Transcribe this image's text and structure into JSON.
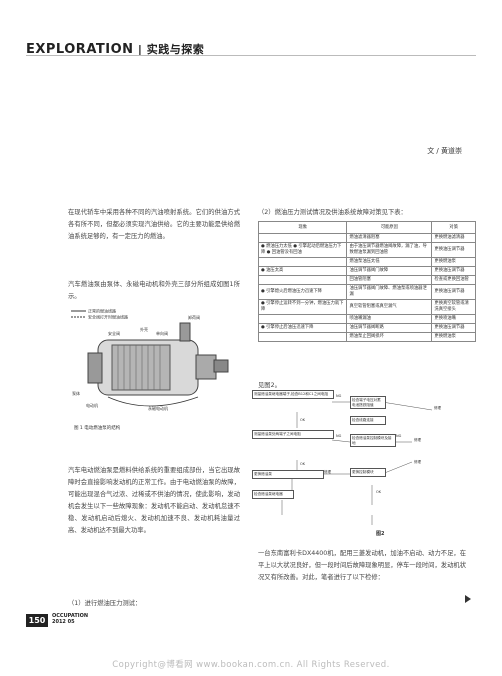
{
  "header": {
    "logo": "EXPLORATION",
    "section": "实践与探索"
  },
  "author": "文 / 黄道崇",
  "left": {
    "p1": "在现代轿车中采用各种不同的汽油喷射系统。它们的供油方式各有所不同，但都必须实现汽油供给。它的主要功能是供给燃油系统足够的，有一定压力的燃油。",
    "p2": "汽车燃油泵由泵体、永磁电动机和外壳三部分所组成如图1所示。",
    "fig_labels": [
      "卸荷阀",
      "安全阀",
      "单向阀",
      "外壳",
      "泵体",
      "电动机",
      "永磁电动机"
    ],
    "legend": [
      "正常的燃油线路",
      "安全阀打开时燃油线路"
    ],
    "fig_caption": "图 1    电动燃油泵的结构",
    "p3": "汽车电动燃油泵是燃料供给系统的重要组成部份，当它出现故障时会直接影响发动机的正常工作。由于电动燃油泵的故障，可能出现混合气过浓、过稀或不供油的情况，使此影响，发动机会发生以下一些故障现象：发动机不能启动、发动机怠速不稳、发动机启动后熄火、发动机加速不良、发动机耗油量过高、发动机达不到最大功率。",
    "p4": "（1）进行燃油压力测试："
  },
  "right": {
    "intro": "（2）燃油压力测试情况及供油系统故障对策见下表：",
    "table": {
      "headers": [
        "现象",
        "可能原因",
        "对策"
      ],
      "rows": [
        [
          "",
          "燃油滤清器阻塞",
          "更换燃油滤清器"
        ],
        [
          "● 燃油压力太低\n● 引擎起动后燃油压力下降\n● 回油管没有回油",
          "由于油压调节器燃油阀故障，漏了油，导致燃油泵漏到回油管",
          "更换油压调节器"
        ],
        [
          "",
          "燃油泵油压太低",
          "更换燃油泵"
        ],
        [
          "● 油压太高",
          "油压调节器阀门故障",
          "更换油压调节器"
        ],
        [
          "",
          "回油管阻塞",
          "检查或更换回油管"
        ],
        [
          "● 引擎熄火后燃油压力迅速下降",
          "油压调节器阀门故障、燃油泵或喷油器泄漏",
          "更换油压调节器"
        ],
        [
          "● 引擎停止运转不到一分钟，燃油压力就下降",
          "真空软管阻塞或真空漏气",
          "更换真空软管或清洗真空接头"
        ],
        [
          "",
          "喷油嘴漏油",
          "更换喷油嘴"
        ],
        [
          "● 引擎停止后油压迅速下降",
          "油压调节器阀断路",
          "更换油压调节器"
        ],
        [
          "",
          "燃油泵止回阀损坏",
          "更换燃油泵"
        ]
      ]
    },
    "flow_title": "见图2。",
    "flow_boxes": [
      "测量燃油泵继电器端子,检查B12和C1之间电阻",
      "检查端子电压对蓄电池搭铁阻值",
      "测量燃油泵处两端子之间电阻",
      "修理",
      "检查线路连接",
      "检查燃油泵控制模块及接地",
      "更换燃油泵",
      "更换控制模块",
      "检查燃油泵继电器"
    ],
    "flow_labels": [
      "NG",
      "OK",
      "NG",
      "OK",
      "NG",
      "OK",
      "修理",
      "修理",
      "修理"
    ],
    "fig2_caption": "图2",
    "p5": "一台东南富利卡DX4400机，配用三菱发动机，加油不启动、动力不足，在平上以大状况良好，但一段时间后故障现象明显，停车一段时间，发动机状况又有所改善。对此，笔者进行了以下检修："
  },
  "footer": {
    "page": "150",
    "mag": "OCCUPATION",
    "date": "2012  05"
  },
  "watermark": "Copyright@博看网 www.bookan.com.cn. All Rights Reserved."
}
